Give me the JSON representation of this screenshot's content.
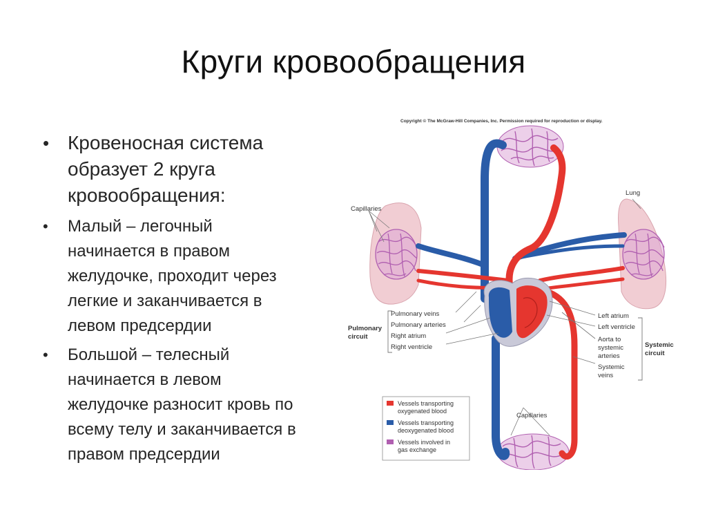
{
  "slide": {
    "title": "Круги кровообращения",
    "bullets": [
      {
        "level": "main",
        "lines": [
          "Кровеносная система",
          "образует 2 круга",
          "кровообращения:"
        ]
      },
      {
        "level": "sub",
        "lines": [
          "Малый – легочный",
          "начинается в правом",
          "желудочке, проходит через",
          "легкие и заканчивается в",
          "левом предсердии"
        ]
      },
      {
        "level": "sub",
        "lines": [
          "Большой – телесный",
          "начинается в левом",
          "желудочке разносит кровь по",
          "всему телу и заканчивается в",
          "правом предсердии"
        ]
      }
    ]
  },
  "diagram": {
    "copyright": "Copyright © The McGraw-Hill Companies, Inc. Permission required for reproduction or display.",
    "labels": {
      "capillaries_top": "Capillaries",
      "lung": "Lung",
      "pulmonary_veins": "Pulmonary veins",
      "pulmonary_arteries": "Pulmonary arteries",
      "right_atrium": "Right atrium",
      "right_ventricle": "Right ventricle",
      "pulmonary_circuit_1": "Pulmonary",
      "pulmonary_circuit_2": "circuit",
      "left_atrium": "Left atrium",
      "left_ventricle": "Left ventricle",
      "aorta_1": "Aorta to",
      "aorta_2": "systemic",
      "aorta_3": "arteries",
      "systemic_veins_1": "Systemic",
      "systemic_veins_2": "veins",
      "systemic_circuit_1": "Systemic",
      "systemic_circuit_2": "circuit",
      "capillaries_bottom": "Capillaries"
    },
    "legend": [
      {
        "color": "#e5362f",
        "line1": "Vessels transporting",
        "line2": "oxygenated blood"
      },
      {
        "color": "#2a5ca8",
        "line1": "Vessels transporting",
        "line2": "deoxygenated blood"
      },
      {
        "color": "#b05fb0",
        "line1": "Vessels involved in",
        "line2": "gas exchange"
      }
    ],
    "colors": {
      "oxygenated": "#e5362f",
      "deoxygenated": "#2a5ca8",
      "gas_exchange": "#b05fb0",
      "lung_tissue": "#f1cdd3"
    }
  }
}
